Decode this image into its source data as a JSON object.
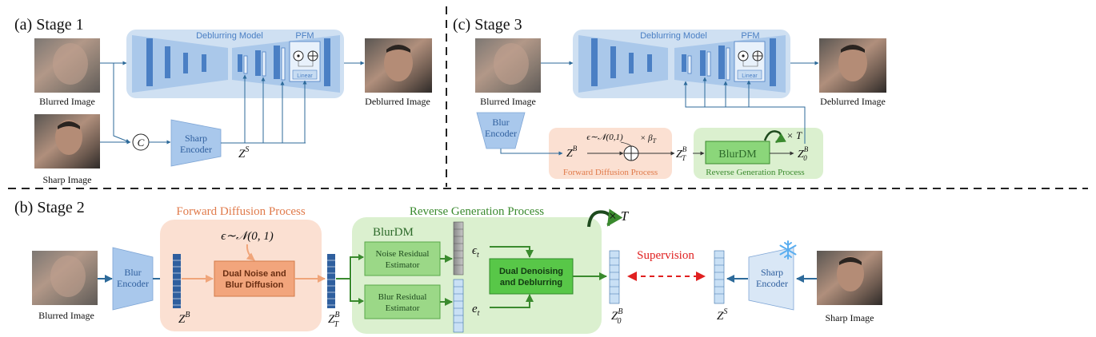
{
  "stage1": {
    "title": "(a) Stage 1",
    "deblurring_model": "Deblurring Model",
    "pfm": "PFM",
    "linear": "Linear",
    "blurred_image": "Blurred Image",
    "sharp_image": "Sharp Image",
    "deblurred_image": "Deblurred Image",
    "concat_symbol": "C",
    "sharp_encoder_line1": "Sharp",
    "sharp_encoder_line2": "Encoder",
    "z_base": "Z",
    "z_sup": "S"
  },
  "stage3": {
    "title": "(c) Stage 3",
    "deblurring_model": "Deblurring Model",
    "pfm": "PFM",
    "linear": "Linear",
    "blurred_image": "Blurred Image",
    "deblurred_image": "Deblurred Image",
    "blur_encoder_line1": "Blur",
    "blur_encoder_line2": "Encoder",
    "noise_formula": "ϵ∼𝒩(0,1)",
    "beta": "× β",
    "beta_sub": "T",
    "zb_base": "Z",
    "zb_sup": "B",
    "zt_sub": "T",
    "z0_sub": "0",
    "forward_process": "Forward Diffusion Process",
    "blurdm": "BlurDM",
    "reverse_process": "Reverse Generation Process",
    "times_t": "× T"
  },
  "stage2": {
    "title": "(b) Stage 2",
    "blurred_image": "Blurred Image",
    "sharp_image": "Sharp Image",
    "blur_encoder_line1": "Blur",
    "blur_encoder_line2": "Encoder",
    "sharp_encoder_line1": "Sharp",
    "sharp_encoder_line2": "Encoder",
    "forward_process": "Forward Diffusion Process",
    "reverse_process": "Reverse Generation Process",
    "noise_formula": "ϵ∼𝒩(0, 1)",
    "dual_noise_line1": "Dual Noise and",
    "dual_noise_line2": "Blur Diffusion",
    "blurdm": "BlurDM",
    "noise_est_line1": "Noise Residual",
    "noise_est_line2": "Estimator",
    "blur_est_line1": "Blur Residual",
    "blur_est_line2": "Estimator",
    "eps_t": "ϵ",
    "e_t": "e",
    "t_sub": "t",
    "dual_denoise_line1": "Dual Denoising",
    "dual_denoise_line2": "and Deblurring",
    "times_t": "× T",
    "supervision": "Supervision",
    "z_base": "Z",
    "zb_sup": "B",
    "zt_sub": "T",
    "z0_sub": "0",
    "zs_sup": "S"
  },
  "colors": {
    "model_bg": "#cfe0f2",
    "block_blue": "#4a7fc4",
    "encoder_blue": "#8db4e0",
    "forward_bg": "#fbe0d2",
    "forward_text": "#e07a4a",
    "dual_noise_fill": "#f2a57c",
    "reverse_bg": "#dbf0cf",
    "reverse_text": "#3a8a2e",
    "estimator_fill": "#9bd887",
    "denoise_fill": "#58c748",
    "supervision_red": "#e02020",
    "arrow_blue": "#2d6a9a",
    "arrow_orange": "#f0a57a",
    "arrow_green": "#3a8a2e",
    "snowflake": "#5aaef0"
  }
}
